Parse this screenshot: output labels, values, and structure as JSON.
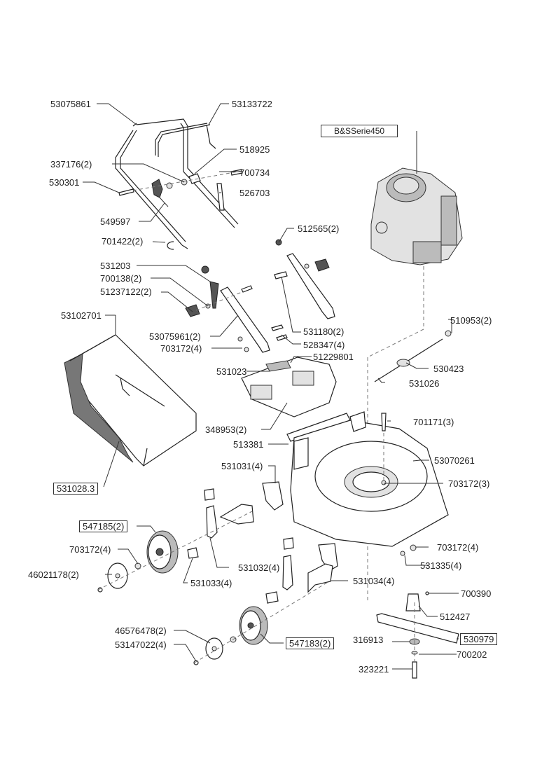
{
  "diagram": {
    "title": "Lawn mower exploded parts diagram",
    "engine_label": "B&SSerie450",
    "labels": {
      "handle_lower": "53075861",
      "handle_upper": "53133722",
      "washer_337176": "337176(2)",
      "clip_518925": "518925",
      "bolt_700734": "700734",
      "screw_530301": "530301",
      "sleeve_526703": "526703",
      "throttle_549597": "549597",
      "clip_701422": "701422(2)",
      "knob_512565": "512565(2)",
      "link_531203": "531203",
      "washer_700138": "700138(2)",
      "knob_51237122": "51237122(2)",
      "grassbag_frame_53102701": "53102701",
      "bracket_53075961": "53075961(2)",
      "nut_703172_a": "703172(4)",
      "bolt_531180": "531180(2)",
      "bolt_528347": "528347(4)",
      "nut_510953": "510953(2)",
      "spring_530423": "530423",
      "handle_531023": "531023",
      "cover_51229801": "51229801",
      "rod_531026": "531026",
      "rivet_348953": "348953(2)",
      "bolt_701171": "701171(3)",
      "hinge_513381": "513381",
      "deck_53070261": "53070261",
      "nut_703172_b": "703172(3)",
      "lever_531031": "531031(4)",
      "grassbag_531028": "531028.3",
      "wheel_547185": "547185(2)",
      "nut_703172_c": "703172(4)",
      "nut_703172_d": "703172(4)",
      "hubcap_46021178": "46021178(2)",
      "plate_531032": "531032(4)",
      "bolt_531033": "531033(4)",
      "washer_531335": "531335(4)",
      "axle_531034": "531034(4)",
      "key_700390": "700390",
      "adapter_512427": "512427",
      "hubcap_46576478": "46576478(2)",
      "screw_53147022": "53147022(4)",
      "wheel_547183": "547183(2)",
      "washer_316913": "316913",
      "blade_530979": "530979",
      "washer_700202": "700202",
      "bolt_323221": "323221"
    }
  }
}
